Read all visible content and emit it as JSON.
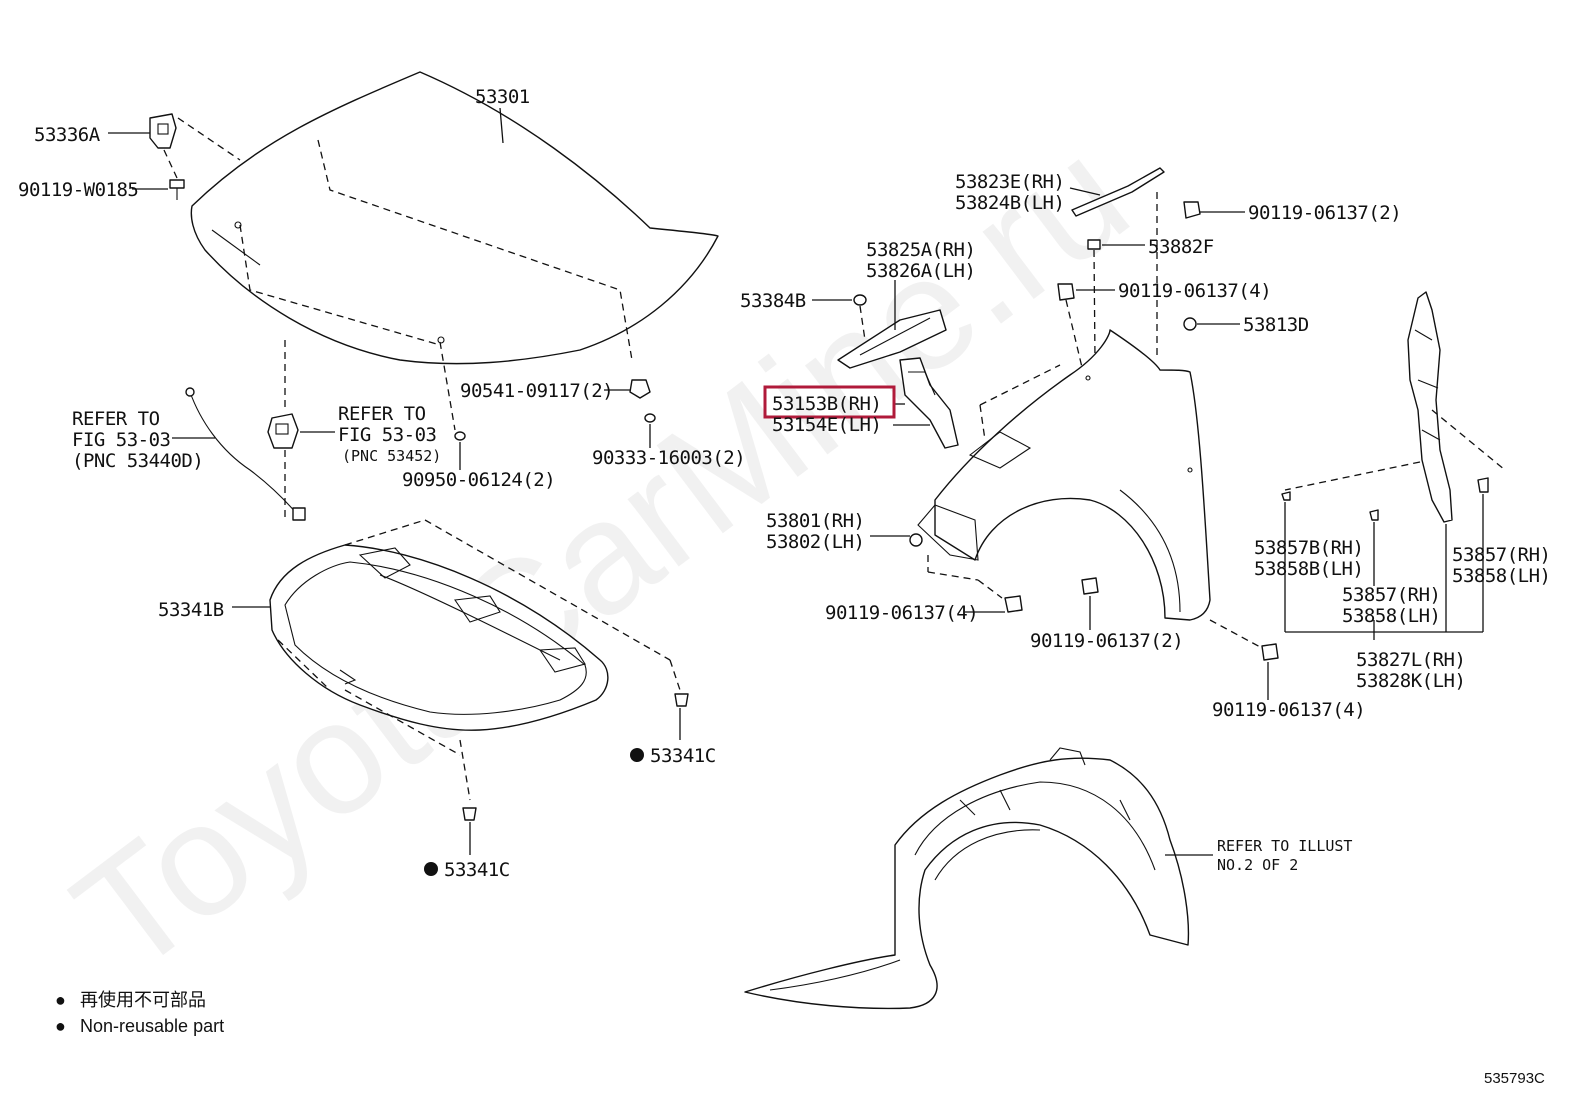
{
  "watermark": "ToyotaCarMine.ru",
  "figure_id": "535793C",
  "highlight_color": "#b01a3a",
  "legend": {
    "marker": "●",
    "line1": "再使用不可部品",
    "line2": "Non-reusable part"
  },
  "labels": {
    "p53301": "53301",
    "p53336A": "53336A",
    "p90119W0185": "90119-W0185",
    "refer1_a": "REFER TO",
    "refer1_b": "FIG 53-03",
    "refer1_c": "(PNC 53440D)",
    "refer2_a": "REFER TO",
    "refer2_b": "FIG 53-03",
    "refer2_c": "(PNC 53452)",
    "p90541": "90541-09117(2)",
    "p90333": "90333-16003(2)",
    "p90950": "90950-06124(2)",
    "p53341B": "53341B",
    "p53341C_a": "53341C",
    "p53341C_b": "53341C",
    "p53823E": "53823E(RH)",
    "p53824B": "53824B(LH)",
    "p90119_a": "90119-06137(2)",
    "p53825A": "53825A(RH)",
    "p53826A": "53826A(LH)",
    "p53882F": "53882F",
    "p53384B": "53384B",
    "p90119_b": "90119-06137(4)",
    "p53813D": "53813D",
    "p53153B": "53153B(RH)",
    "p53154E": "53154E(LH)",
    "p53801": "53801(RH)",
    "p53802": "53802(LH)",
    "p90119_c": "90119-06137(4)",
    "p90119_d": "90119-06137(2)",
    "p90119_e": "90119-06137(4)",
    "p53857B": "53857B(RH)",
    "p53858B": "53858B(LH)",
    "p53857_m": "53857(RH)",
    "p53858_m": "53858(LH)",
    "p53857_r": "53857(RH)",
    "p53858_r": "53858(LH)",
    "p53827L": "53827L(RH)",
    "p53828K": "53828K(LH)",
    "refer3_a": "REFER TO ILLUST",
    "refer3_b": "NO.2 OF 2"
  }
}
